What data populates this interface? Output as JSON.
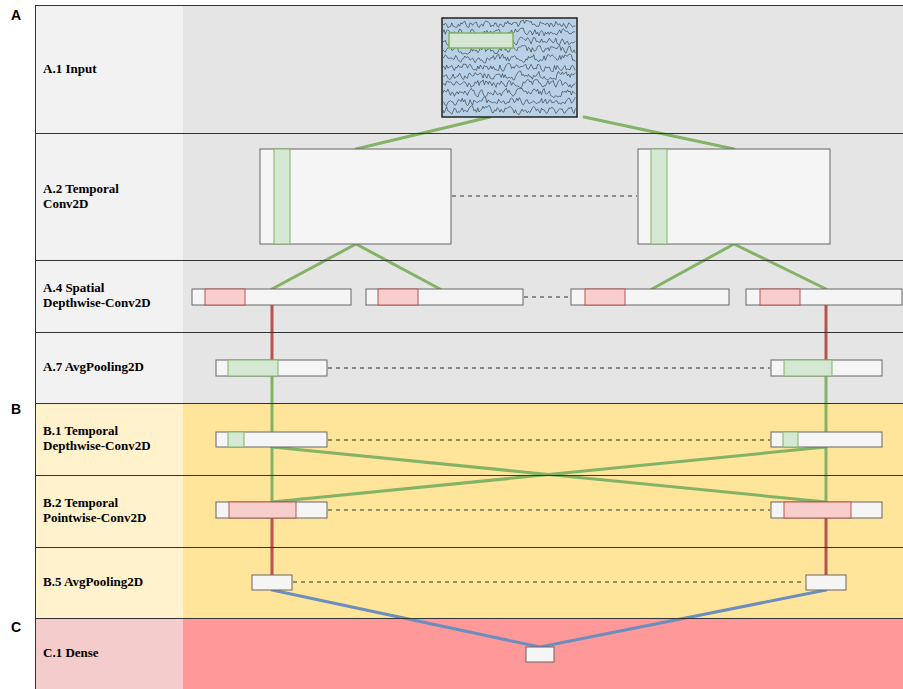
{
  "diagram": {
    "nodes": [
      {
        "text": [
          "A.1 Input"
        ]
      },
      {
        "text": [
          "A.2 Temporal Conv2D"
        ]
      },
      {
        "text": [
          "A.4 Spatial Depthwise-Conv2D"
        ]
      },
      {
        "text": [
          "A.7 AvgPooling2D"
        ]
      },
      {
        "text": [
          "B.1 Temporal Depthwise-Conv2D"
        ]
      },
      {
        "text": [
          "B.2 Temporal Pointwise-Conv2D"
        ]
      },
      {
        "text": [
          "B.5 AvgPooling2D"
        ]
      },
      {
        "text": [
          "C.1 Dense"
        ]
      }
    ],
    "labels": [
      "A",
      "B",
      "C"
    ]
  }
}
